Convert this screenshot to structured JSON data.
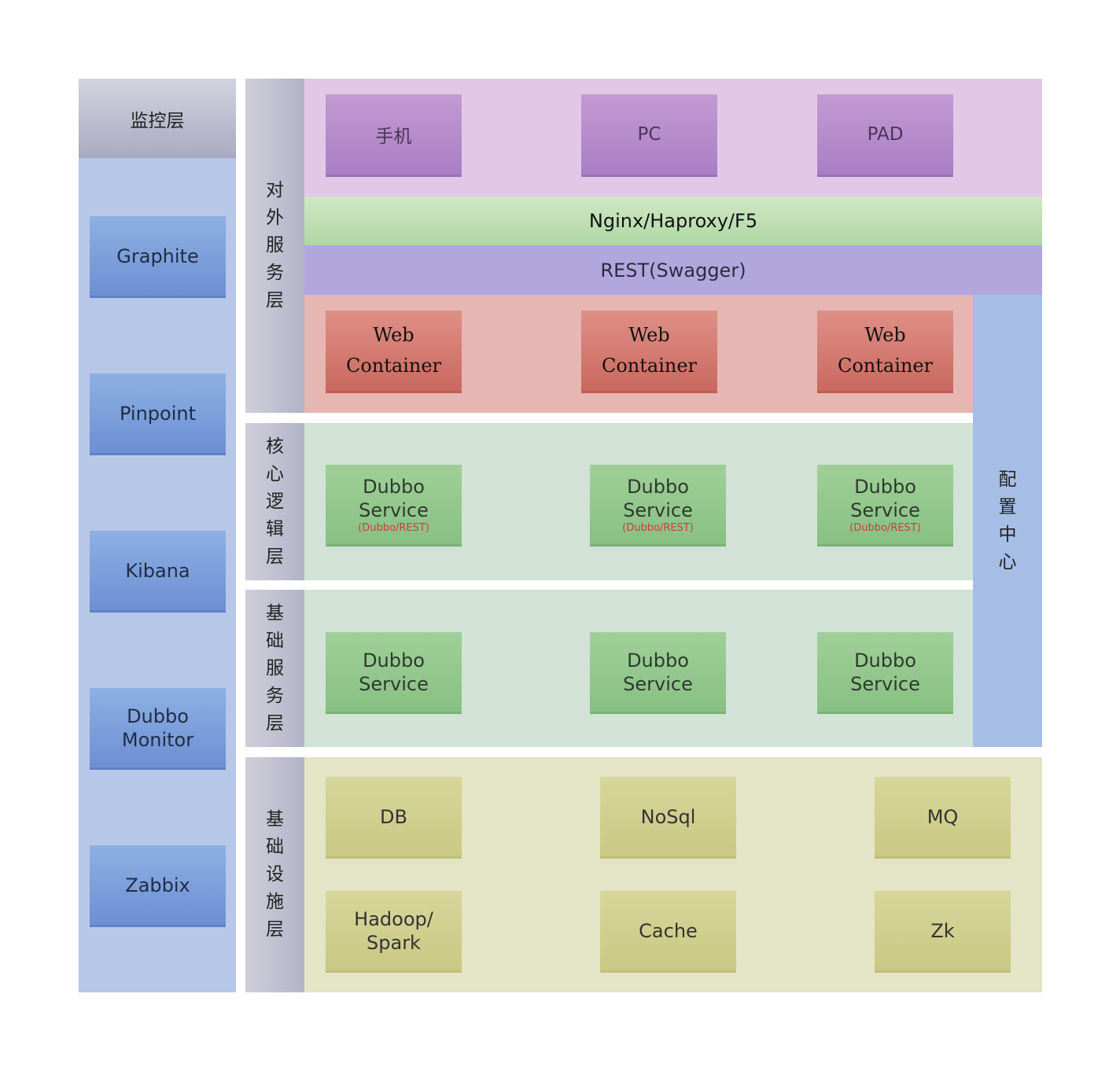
{
  "monitor": {
    "title": "监控层",
    "tools": [
      "Graphite",
      "Pinpoint",
      "Kibana",
      "Dubbo Monitor",
      "Zabbix"
    ]
  },
  "layers": {
    "external": [
      "对",
      "外",
      "服",
      "务",
      "层"
    ],
    "core": [
      "核",
      "心",
      "逻",
      "辑",
      "层"
    ],
    "base": [
      "基",
      "础",
      "服",
      "务",
      "层"
    ],
    "infra": [
      "基",
      "础",
      "设",
      "施",
      "层"
    ]
  },
  "clients": [
    "手机",
    "PC",
    "PAD"
  ],
  "gateway": {
    "lb": "Nginx/Haproxy/F5",
    "rest": "REST(Swagger)"
  },
  "web": {
    "line1": "Web",
    "line2": "Container"
  },
  "core_service": {
    "line1": "Dubbo",
    "line2": "Service",
    "sub": "(Dubbo/REST)"
  },
  "base_service": {
    "line1": "Dubbo",
    "line2": "Service"
  },
  "config_center": [
    "配",
    "置",
    "中",
    "心"
  ],
  "infra": {
    "db": "DB",
    "nosql": "NoSql",
    "mq": "MQ",
    "hadoop_line1": "Hadoop/",
    "hadoop_line2": "Spark",
    "cache": "Cache",
    "zk": "Zk"
  },
  "colors": {
    "monitor": "#b7c7e7",
    "client": "#e2c8e6",
    "nginx": "#afd7a3",
    "rest": "#b1a7dd",
    "web": "#e5b6b2",
    "service": "#d2e2d7",
    "config": "#a6bee6",
    "infra": "#e4e4c6"
  }
}
